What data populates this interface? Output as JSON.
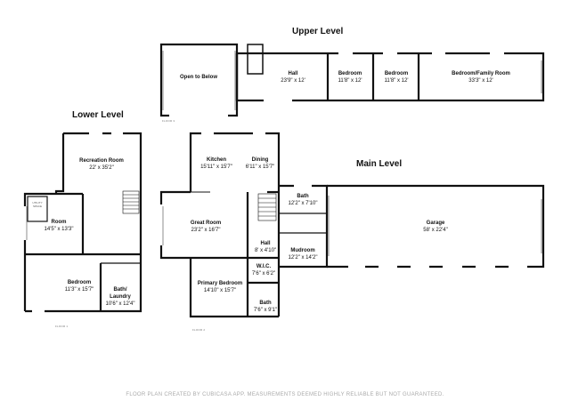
{
  "levels": {
    "upper": "Upper Level",
    "lower": "Lower Level",
    "main": "Main Level"
  },
  "floor_labels": {
    "upper": "FLOOR 3",
    "lower": "FLOOR 1",
    "main": "FLOOR 2"
  },
  "rooms": {
    "open_to_below": {
      "name": "Open to Below"
    },
    "hall_upper": {
      "name": "Hall",
      "dim": "23'9\" x 12'"
    },
    "bedroom_upper_1": {
      "name": "Bedroom",
      "dim": "11'8\" x 12'"
    },
    "bedroom_upper_2": {
      "name": "Bedroom",
      "dim": "11'8\" x 12'"
    },
    "bedroom_family": {
      "name": "Bedroom/Family Room",
      "dim": "33'3\" x 12'"
    },
    "recreation": {
      "name": "Recreation Room",
      "dim": "22' x 35'2\""
    },
    "room_lower": {
      "name": "Room",
      "dim": "14'5\" x 13'3\""
    },
    "bedroom_lower": {
      "name": "Bedroom",
      "dim": "11'3\" x 15'7\""
    },
    "bath_laundry": {
      "name": "Bath/",
      "name2": "Laundry",
      "dim": "10'6\" x 12'4\""
    },
    "kitchen": {
      "name": "Kitchen",
      "dim": "15'11\" x 15'7\""
    },
    "dining": {
      "name": "Dining",
      "dim": "6'11\" x 15'7\""
    },
    "great_room": {
      "name": "Great Room",
      "dim": "23'2\" x 16'7\""
    },
    "hall_main": {
      "name": "Hall",
      "dim": "8' x 4'10\""
    },
    "bath_main": {
      "name": "Bath",
      "dim": "12'2\" x 7'10\""
    },
    "mudroom": {
      "name": "Mudroom",
      "dim": "12'2\" x 14'2\""
    },
    "garage": {
      "name": "Garage",
      "dim": "58' x 22'4\""
    },
    "wic": {
      "name": "W.I.C.",
      "dim": "7'6\" x 6'2\""
    },
    "primary_bedroom": {
      "name": "Primary Bedroom",
      "dim": "14'10\" x 15'7\""
    },
    "bath_primary": {
      "name": "Bath",
      "dim": "7'6\" x 9'1\""
    }
  },
  "utility_label": "UTILITY SPACE",
  "footer": "FLOOR PLAN CREATED BY CUBICASA APP. MEASUREMENTS DEEMED HIGHLY RELIABLE BUT NOT GUARANTEED."
}
